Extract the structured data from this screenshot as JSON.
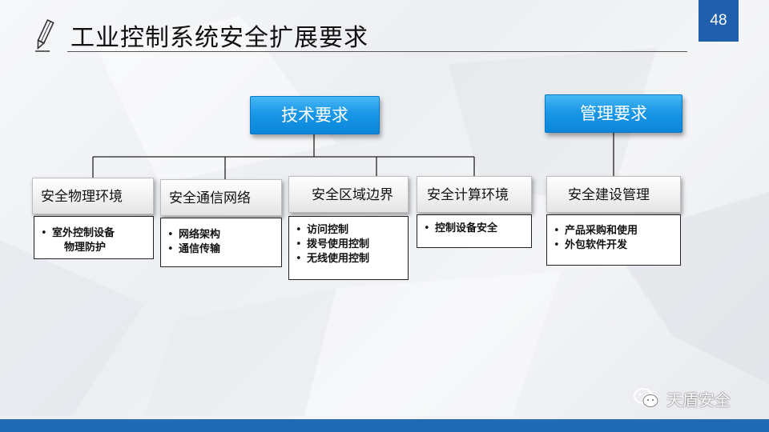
{
  "slide": {
    "title": "工业控制系统安全扩展要求",
    "page_number": "48"
  },
  "diagram": {
    "technical": {
      "label": "技术要求",
      "children": [
        {
          "heading": "安全物理环境",
          "items": [
            "室外控制设备",
            "物理防护"
          ]
        },
        {
          "heading": "安全通信网络",
          "items": [
            "网络架构",
            "通信传输"
          ]
        },
        {
          "heading": "安全区域边界",
          "items": [
            "访问控制",
            "拨号使用控制",
            "无线使用控制"
          ]
        },
        {
          "heading": "安全计算环境",
          "items": [
            "控制设备安全"
          ]
        }
      ]
    },
    "management": {
      "label": "管理要求",
      "children": [
        {
          "heading": "安全建设管理",
          "items": [
            "产品采购和使用",
            "外包软件开发"
          ]
        }
      ]
    }
  },
  "watermark": {
    "text": "天盾安全",
    "icon": "wechat-icon"
  },
  "colors": {
    "accent_blue": "#1a97e6",
    "badge_blue": "#1f5fae",
    "footer_blue": "#1f6cb4"
  }
}
